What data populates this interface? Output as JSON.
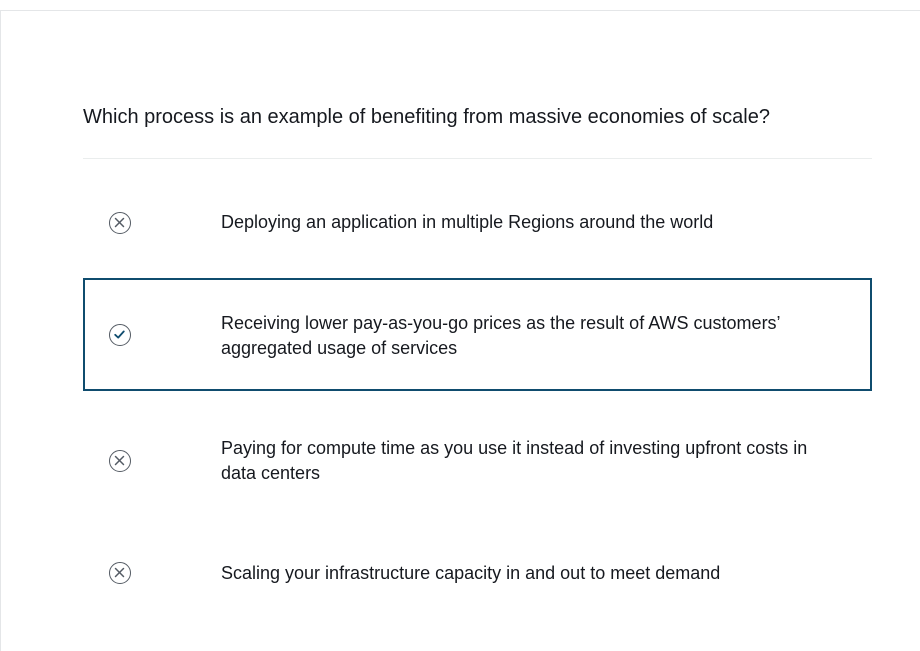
{
  "quiz": {
    "question": "Which process is an example of benefiting from massive economies of scale?",
    "options": [
      {
        "text": "Deploying an application in multiple Regions around the world",
        "icon": "x-circle-icon",
        "selected": false
      },
      {
        "text": "Receiving lower pay-as-you-go prices as the result of AWS customers’ aggregated usage of services",
        "icon": "check-circle-icon",
        "selected": true
      },
      {
        "text": "Paying for compute time as you use it instead of investing upfront costs in data centers",
        "icon": "x-circle-icon",
        "selected": false
      },
      {
        "text": "Scaling your infrastructure capacity in and out to meet demand",
        "icon": "x-circle-icon",
        "selected": false
      }
    ]
  },
  "colors": {
    "selected_border": "#0f4c6e",
    "check_mark": "#0f4c6e",
    "icon_stroke": "#545b64",
    "text": "#16191f"
  }
}
